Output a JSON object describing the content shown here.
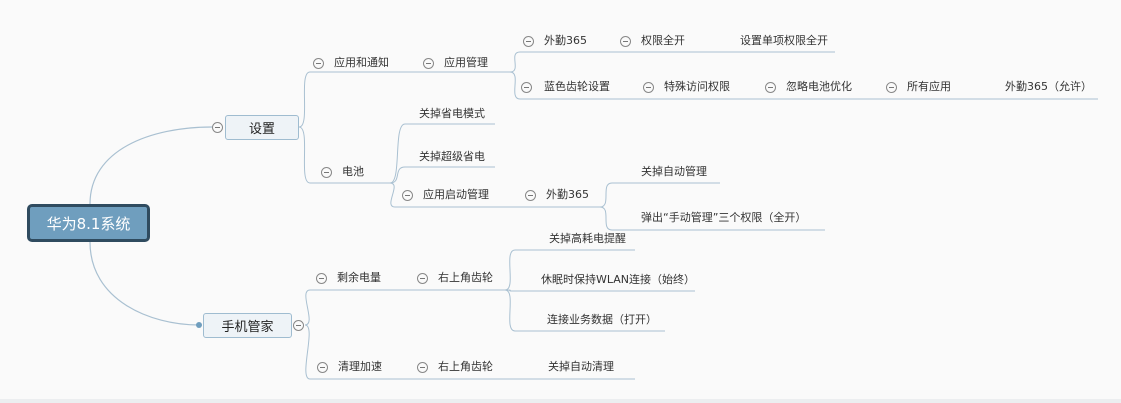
{
  "root": "华为8.1系统",
  "settings": {
    "label": "设置",
    "apps": {
      "label": "应用和通知",
      "manage": "应用管理",
      "waiqin": "外勤365",
      "perm_all": "权限全开",
      "set_single": "设置单项权限全开",
      "blue_gear": "蓝色齿轮设置",
      "special": "特殊访问权限",
      "ignore_batt": "忽略电池优化",
      "all_apps": "所有应用",
      "waiqin_allow": "外勤365（允许）"
    },
    "battery": {
      "label": "电池",
      "power_save_off": "关掉省电模式",
      "super_save_off": "关掉超级省电",
      "launch": "应用启动管理",
      "waiqin": "外勤365",
      "auto_off": "关掉自动管理",
      "manual": "弹出“手动管理”三个权限（全开）"
    }
  },
  "manager": {
    "label": "手机管家",
    "remain": {
      "label": "剩余电量",
      "gear": "右上角齿轮",
      "high_drain_off": "关掉高耗电提醒",
      "wlan": "休眠时保持WLAN连接（始终）",
      "data": "连接业务数据（打开）"
    },
    "clean": {
      "label": "清理加速",
      "gear": "右上角齿轮",
      "auto_clean_off": "关掉自动清理"
    }
  }
}
